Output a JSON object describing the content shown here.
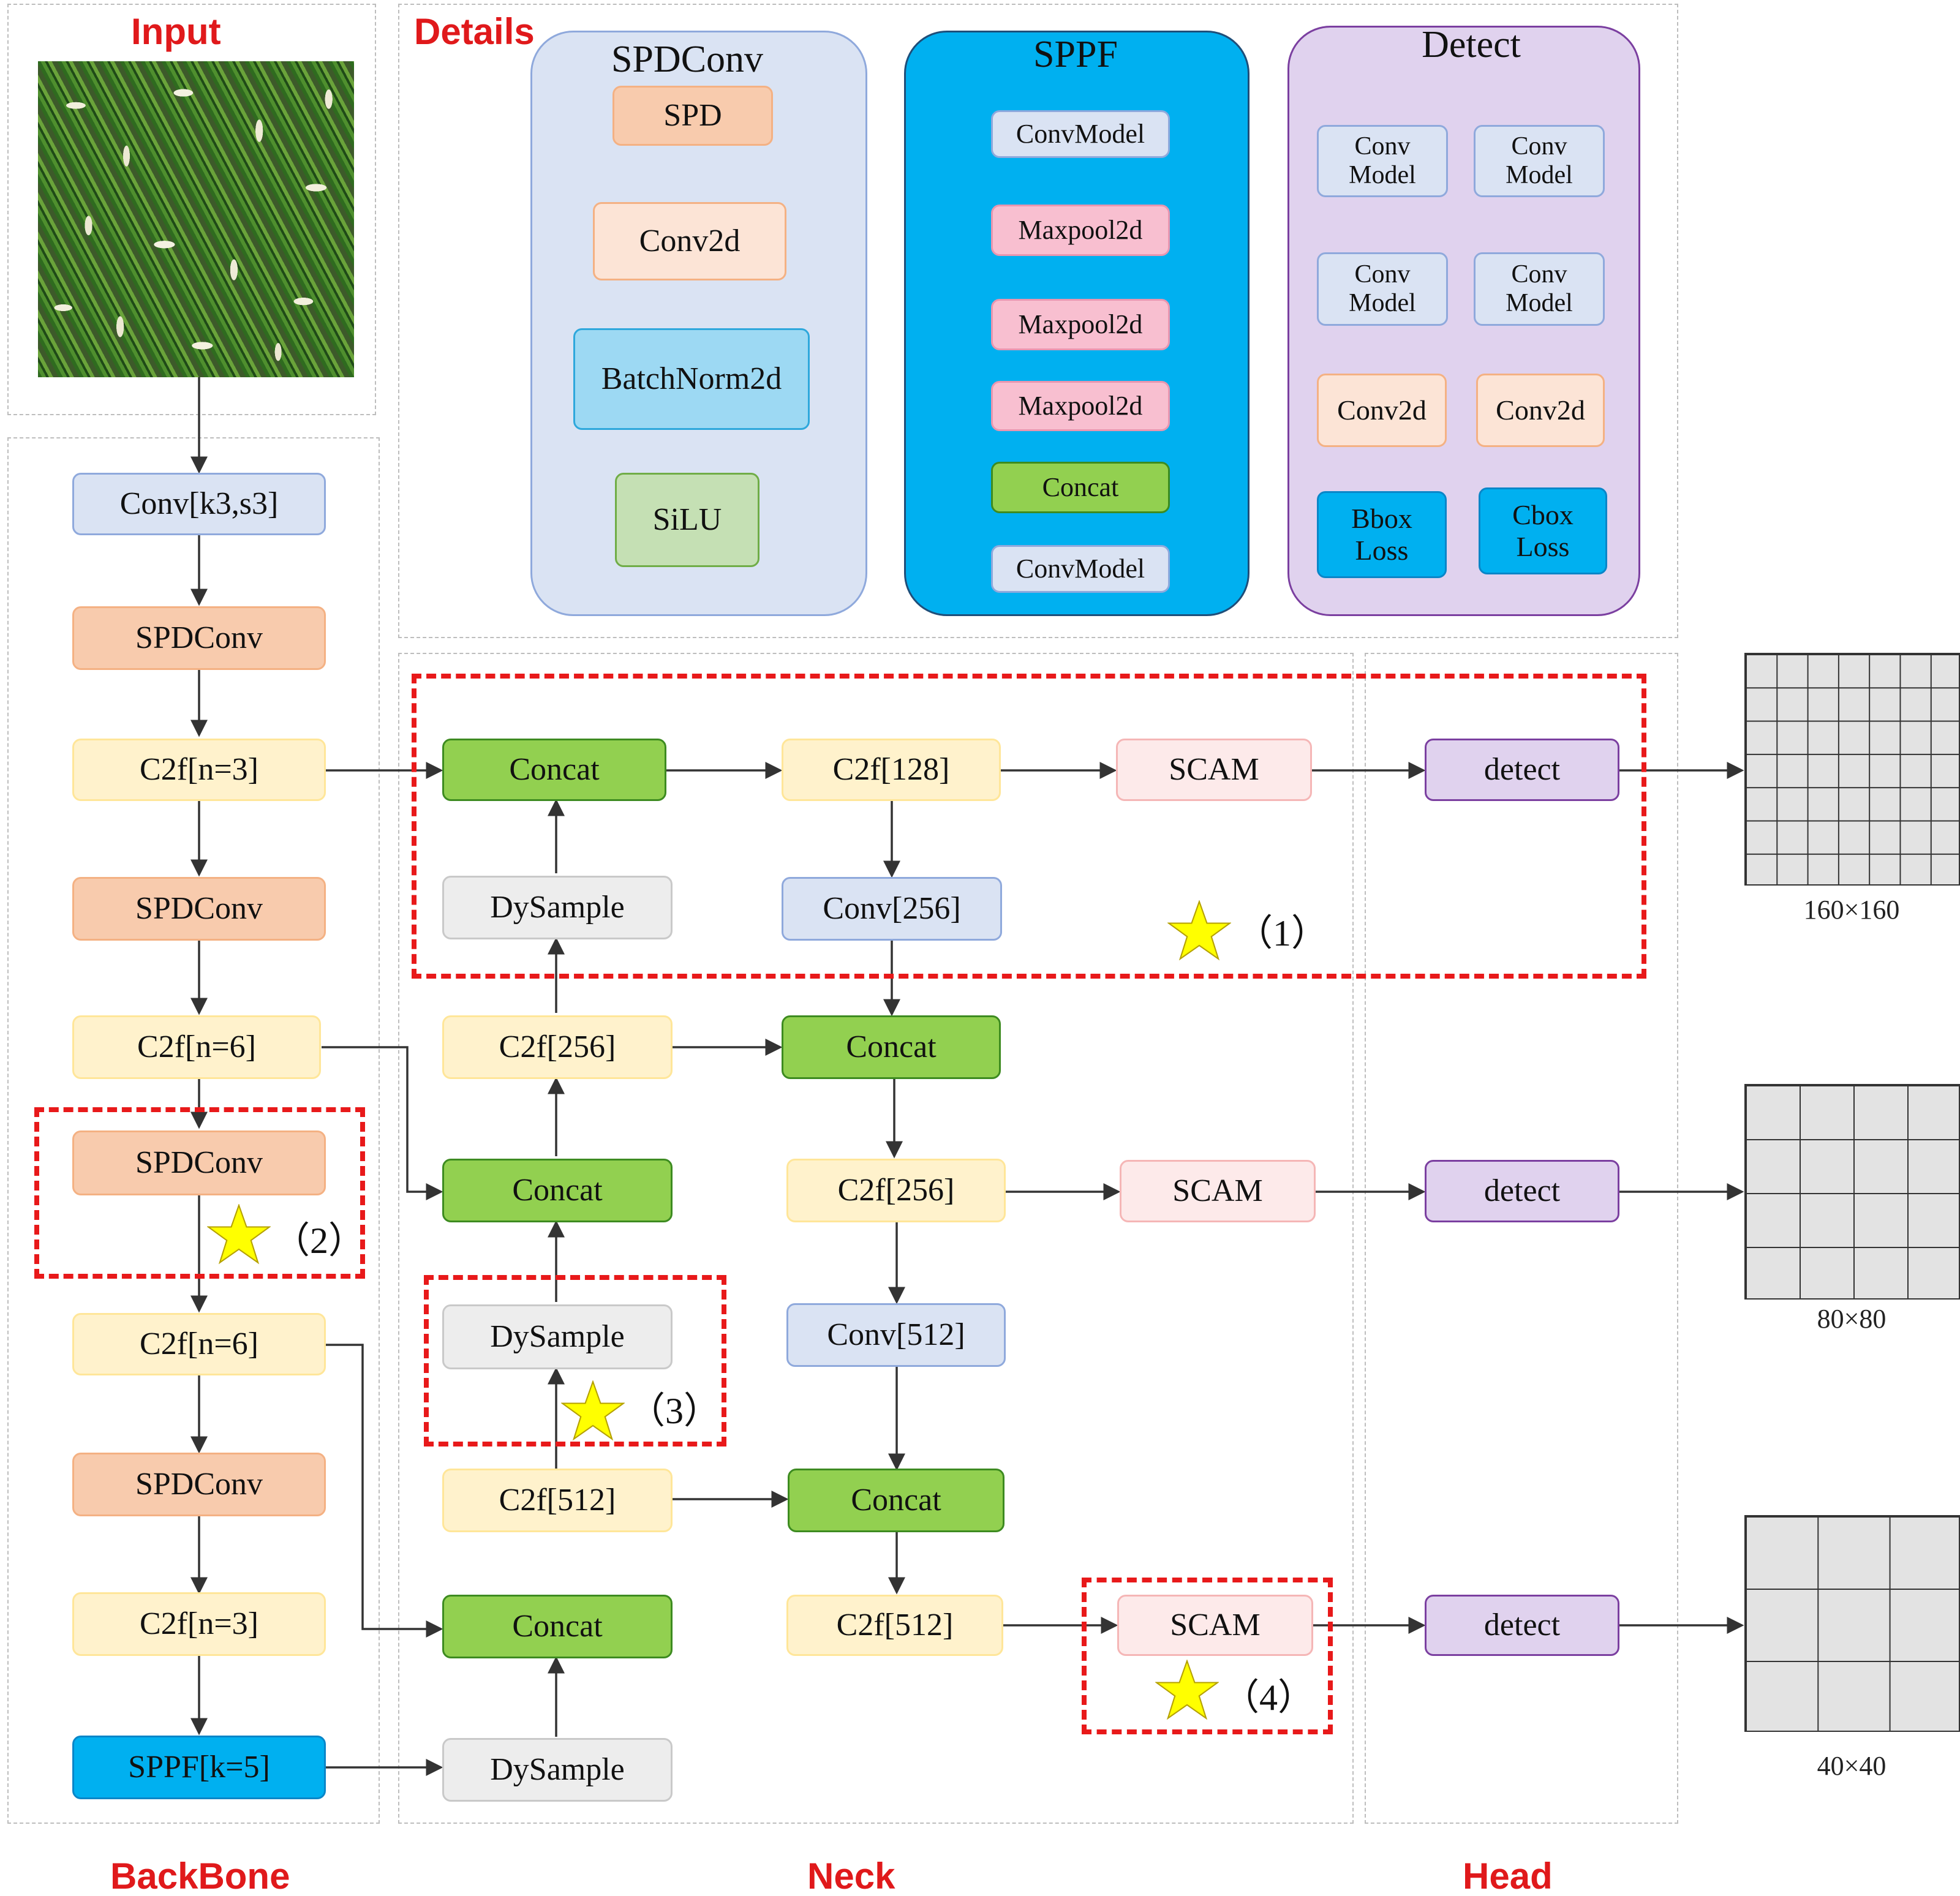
{
  "sections": {
    "input": "Input",
    "details": "Details",
    "backbone": "BackBone",
    "neck": "Neck",
    "head": "Head"
  },
  "backbone": [
    "Conv[k3,s3]",
    "SPDConv",
    "C2f[n=3]",
    "SPDConv",
    "C2f[n=6]",
    "SPDConv",
    "C2f[n=6]",
    "SPDConv",
    "C2f[n=3]",
    "SPPF[k=5]"
  ],
  "neck": {
    "col1": [
      "Concat",
      "DySample",
      "C2f[256]",
      "Concat",
      "DySample",
      "C2f[512]",
      "Concat",
      "DySample"
    ],
    "col2": [
      "C2f[128]",
      "Conv[256]",
      "Concat",
      "C2f[256]",
      "Conv[512]",
      "Concat",
      "C2f[512]"
    ],
    "scam": [
      "SCAM",
      "SCAM",
      "SCAM"
    ]
  },
  "head": [
    "detect",
    "detect",
    "detect"
  ],
  "outputs": [
    "160×160",
    "80×80",
    "40×40"
  ],
  "details": {
    "spdconv": {
      "title": "SPDConv",
      "items": [
        "SPD",
        "Conv2d",
        "BatchNorm2d",
        "SiLU"
      ]
    },
    "sppf": {
      "title": "SPPF",
      "items": [
        "ConvModel",
        "Maxpool2d",
        "Maxpool2d",
        "Maxpool2d",
        "Concat",
        "ConvModel"
      ]
    },
    "detect": {
      "title": "Detect",
      "left": [
        "Conv\nModel",
        "Conv\nModel",
        "Conv2d",
        "Bbox\nLoss"
      ],
      "right": [
        "Conv\nModel",
        "Conv\nModel",
        "Conv2d",
        "Cbox\nLoss"
      ]
    }
  },
  "markers": [
    "（1）",
    "（2）",
    "（3）",
    "（4）"
  ],
  "colors": {
    "section_title": "#e0191b",
    "highlight": "#e8191a",
    "star": "#ffff00",
    "spdconv_panel": "#dae3f3",
    "sppf_panel": "#00b0f0",
    "detect_panel": "#e0d2ee"
  },
  "icons": {
    "input_image": "grass-field-photo",
    "marker": "star-icon"
  }
}
